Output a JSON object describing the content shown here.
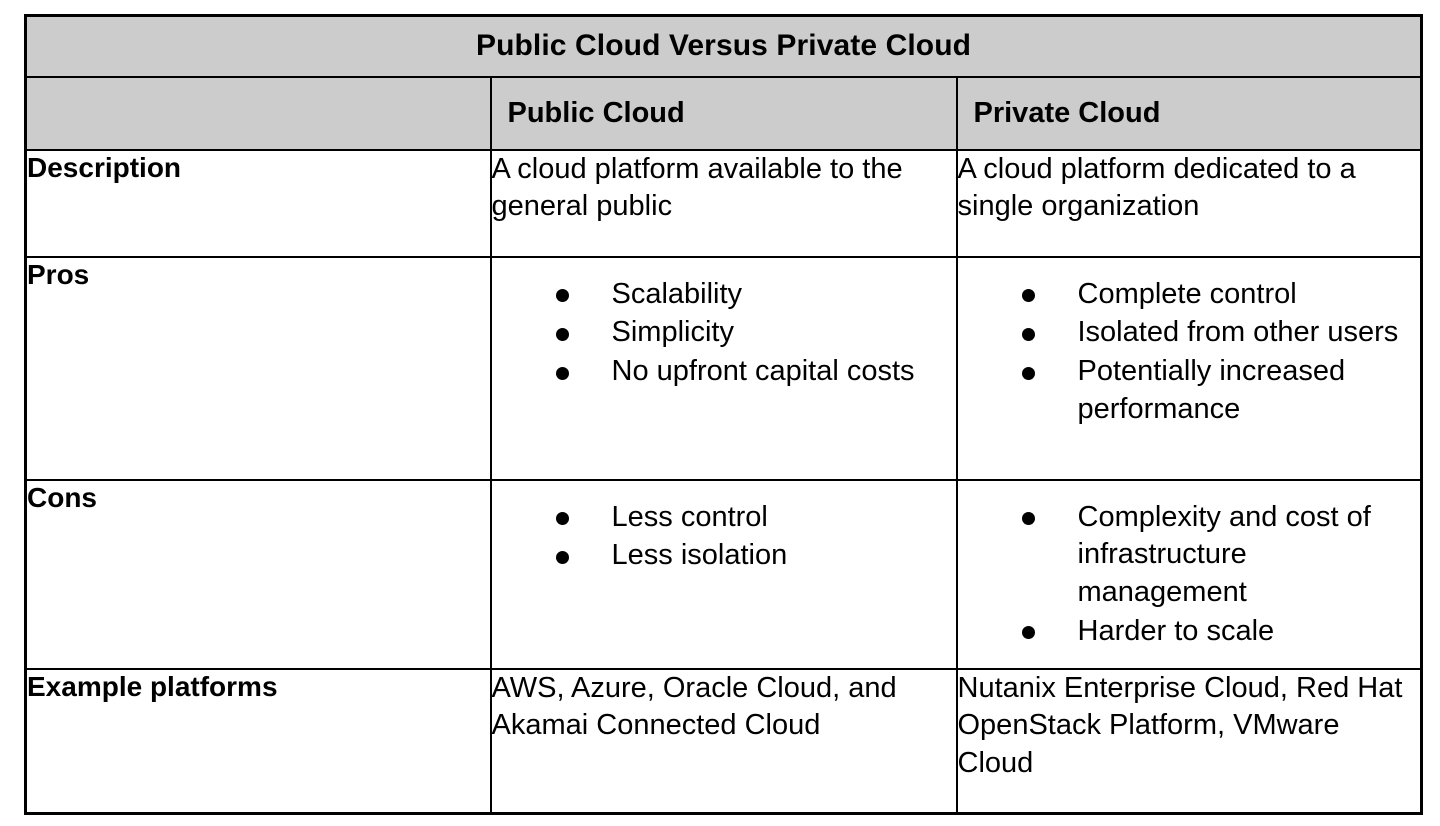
{
  "table": {
    "title": "Public Cloud Versus Private Cloud",
    "columns": {
      "label": "",
      "public": "Public Cloud",
      "private": "Private Cloud"
    },
    "rows": [
      {
        "label": "Description",
        "public": {
          "type": "text",
          "text": "A cloud platform available to the general public"
        },
        "private": {
          "type": "text",
          "text": "A cloud platform dedicated to a single organization"
        }
      },
      {
        "label": "Pros",
        "public": {
          "type": "bullets",
          "items": [
            "Scalability",
            "Simplicity",
            "No upfront capital costs"
          ]
        },
        "private": {
          "type": "bullets",
          "items": [
            "Complete control",
            "Isolated from other users",
            "Potentially increased performance"
          ]
        }
      },
      {
        "label": "Cons",
        "public": {
          "type": "bullets",
          "items": [
            "Less control",
            "Less isolation"
          ]
        },
        "private": {
          "type": "bullets",
          "items": [
            "Complexity and cost of infrastructure management",
            "Harder to scale"
          ]
        }
      },
      {
        "label": "Example platforms",
        "public": {
          "type": "text",
          "text": "AWS, Azure, Oracle Cloud, and Akamai Connected Cloud"
        },
        "private": {
          "type": "text",
          "text": "Nutanix Enterprise Cloud, Red Hat OpenStack Platform, VMware Cloud"
        }
      }
    ],
    "colors": {
      "header_fill": "#cccccc",
      "body_fill": "#ffffff",
      "border": "#000000",
      "text": "#000000"
    }
  }
}
